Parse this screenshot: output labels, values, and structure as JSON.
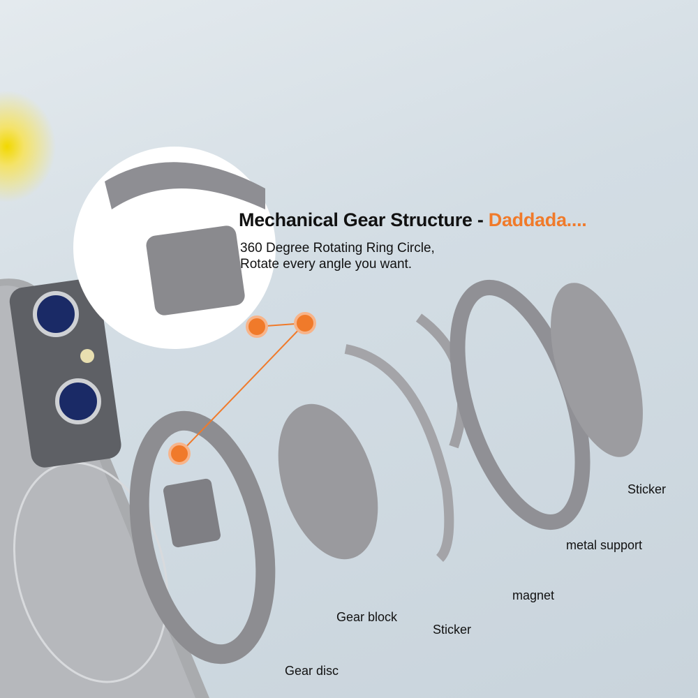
{
  "headline": {
    "title": "Mechanical Gear Structure",
    "separator": " - ",
    "brand": "Daddada....",
    "subtitle_line1": "360 Degree Rotating Ring Circle,",
    "subtitle_line2": "Rotate every angle you want."
  },
  "labels": {
    "sticker_top": "Sticker",
    "metal_support": "metal support",
    "magnet": "magnet",
    "gear_block": "Gear block",
    "sticker_bottom": "Sticker",
    "gear_disc": "Gear disc"
  },
  "colors": {
    "accent": "#f07a2a",
    "part_gray": "#8f8f93"
  }
}
